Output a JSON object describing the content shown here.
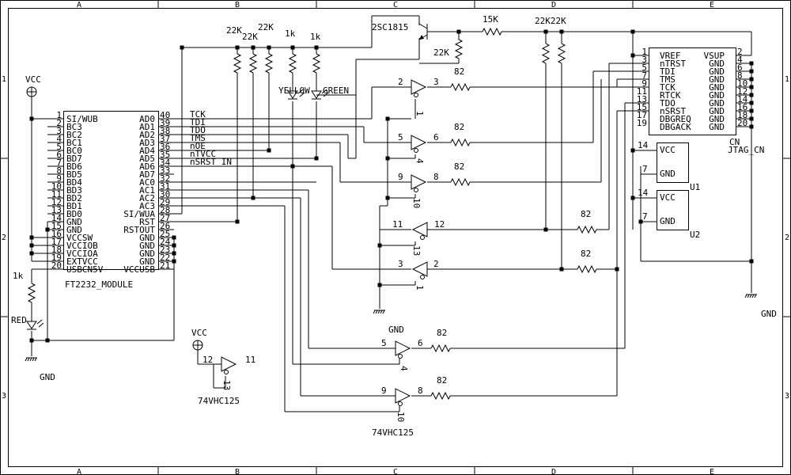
{
  "frame": {
    "cols": [
      "A",
      "B",
      "C",
      "D",
      "E"
    ],
    "rows": [
      "1",
      "2",
      "3"
    ]
  },
  "module": {
    "name": "FT2232_MODULE",
    "left_pins": [
      {
        "num": "1",
        "name": "SI/WUB"
      },
      {
        "num": "2",
        "name": "BC3"
      },
      {
        "num": "3",
        "name": "BC2"
      },
      {
        "num": "4",
        "name": "BC1"
      },
      {
        "num": "5",
        "name": "BC0"
      },
      {
        "num": "6",
        "name": "BD7"
      },
      {
        "num": "7",
        "name": "BD6"
      },
      {
        "num": "8",
        "name": "BD5"
      },
      {
        "num": "9",
        "name": "BD4"
      },
      {
        "num": "10",
        "name": "BD3"
      },
      {
        "num": "11",
        "name": "BD2"
      },
      {
        "num": "12",
        "name": "BD1"
      },
      {
        "num": "13",
        "name": "BD0"
      },
      {
        "num": "14",
        "name": "GND"
      },
      {
        "num": "15",
        "name": "GND"
      },
      {
        "num": "16",
        "name": "VCCSW"
      },
      {
        "num": "17",
        "name": "VCCIOB"
      },
      {
        "num": "18",
        "name": "VCCIOA"
      },
      {
        "num": "19",
        "name": "EXTVCC"
      },
      {
        "num": "20",
        "name": "USBCN5V"
      }
    ],
    "right_pins": [
      {
        "num": "40",
        "name": "AD0"
      },
      {
        "num": "39",
        "name": "AD1"
      },
      {
        "num": "38",
        "name": "AD2"
      },
      {
        "num": "37",
        "name": "AD3"
      },
      {
        "num": "36",
        "name": "AD4"
      },
      {
        "num": "35",
        "name": "AD5"
      },
      {
        "num": "34",
        "name": "AD6"
      },
      {
        "num": "33",
        "name": "AD7"
      },
      {
        "num": "32",
        "name": "AC0"
      },
      {
        "num": "31",
        "name": "AC1"
      },
      {
        "num": "30",
        "name": "AC2"
      },
      {
        "num": "29",
        "name": "AC3"
      },
      {
        "num": "28",
        "name": "SI/WUA"
      },
      {
        "num": "27",
        "name": "RST"
      },
      {
        "num": "26",
        "name": "RSTOUT"
      },
      {
        "num": "25",
        "name": "GND"
      },
      {
        "num": "24",
        "name": "GND"
      },
      {
        "num": "23",
        "name": "GND"
      },
      {
        "num": "22",
        "name": "GND"
      },
      {
        "num": "21",
        "name": "VCCUSB"
      }
    ]
  },
  "nets": [
    "TCK",
    "TDI",
    "TDO",
    "TMS",
    "nOE",
    "nTVCC",
    "nSRST_IN"
  ],
  "jtag": {
    "name": "CN",
    "sub": "JTAG_CN",
    "left_pins": [
      {
        "num": "1",
        "name": "VREF"
      },
      {
        "num": "3",
        "name": "nTRST"
      },
      {
        "num": "5",
        "name": "TDI"
      },
      {
        "num": "7",
        "name": "TMS"
      },
      {
        "num": "9",
        "name": "TCK"
      },
      {
        "num": "11",
        "name": "RTCK"
      },
      {
        "num": "13",
        "name": "TDO"
      },
      {
        "num": "15",
        "name": "nSRST"
      },
      {
        "num": "17",
        "name": "DBGREQ"
      },
      {
        "num": "19",
        "name": "DBGACK"
      }
    ],
    "right_pins": [
      {
        "num": "2",
        "name": "VSUP"
      },
      {
        "num": "4",
        "name": "GND"
      },
      {
        "num": "6",
        "name": "GND"
      },
      {
        "num": "8",
        "name": "GND"
      },
      {
        "num": "10",
        "name": "GND"
      },
      {
        "num": "12",
        "name": "GND"
      },
      {
        "num": "14",
        "name": "GND"
      },
      {
        "num": "16",
        "name": "GND"
      },
      {
        "num": "18",
        "name": "GND"
      },
      {
        "num": "20",
        "name": "GND"
      }
    ]
  },
  "u1": {
    "name": "U1",
    "vcc": "VCC",
    "gnd": "GND",
    "vcc_pin": "14",
    "gnd_pin": "7"
  },
  "u2": {
    "name": "U2",
    "vcc": "VCC",
    "gnd": "GND",
    "vcc_pin": "14",
    "gnd_pin": "7"
  },
  "resistors": {
    "r22k_a": "22K",
    "r22k_b": "22K",
    "r22k_c": "22K",
    "r1k_a": "1k",
    "r1k_b": "1k",
    "r1k_left": "1k",
    "r15k": "15K",
    "r22k_q": "22K",
    "r22k_pair": "22K22K",
    "r82": "82"
  },
  "transistor": "2SC1815",
  "leds": {
    "yellow": "YELLOW",
    "green": "GREEN",
    "red": "RED"
  },
  "power": {
    "vcc": "VCC",
    "gnd": "GND"
  },
  "buffers": {
    "b1": {
      "in": "2",
      "out": "3",
      "oe": "1"
    },
    "b2": {
      "in": "5",
      "out": "6",
      "oe": "4"
    },
    "b3": {
      "in": "9",
      "out": "8",
      "oe": "10"
    },
    "b4": {
      "in": "11",
      "out": "12",
      "oe": "13"
    },
    "b5": {
      "in": "3",
      "out": "2",
      "oe": "1"
    },
    "b6": {
      "in": "5",
      "out": "6",
      "oe": "4"
    },
    "b7": {
      "in": "9",
      "out": "8",
      "oe": "10"
    },
    "spare": {
      "in": "12",
      "out": "11",
      "oe": "13"
    }
  },
  "chip_label": "74VHC125"
}
